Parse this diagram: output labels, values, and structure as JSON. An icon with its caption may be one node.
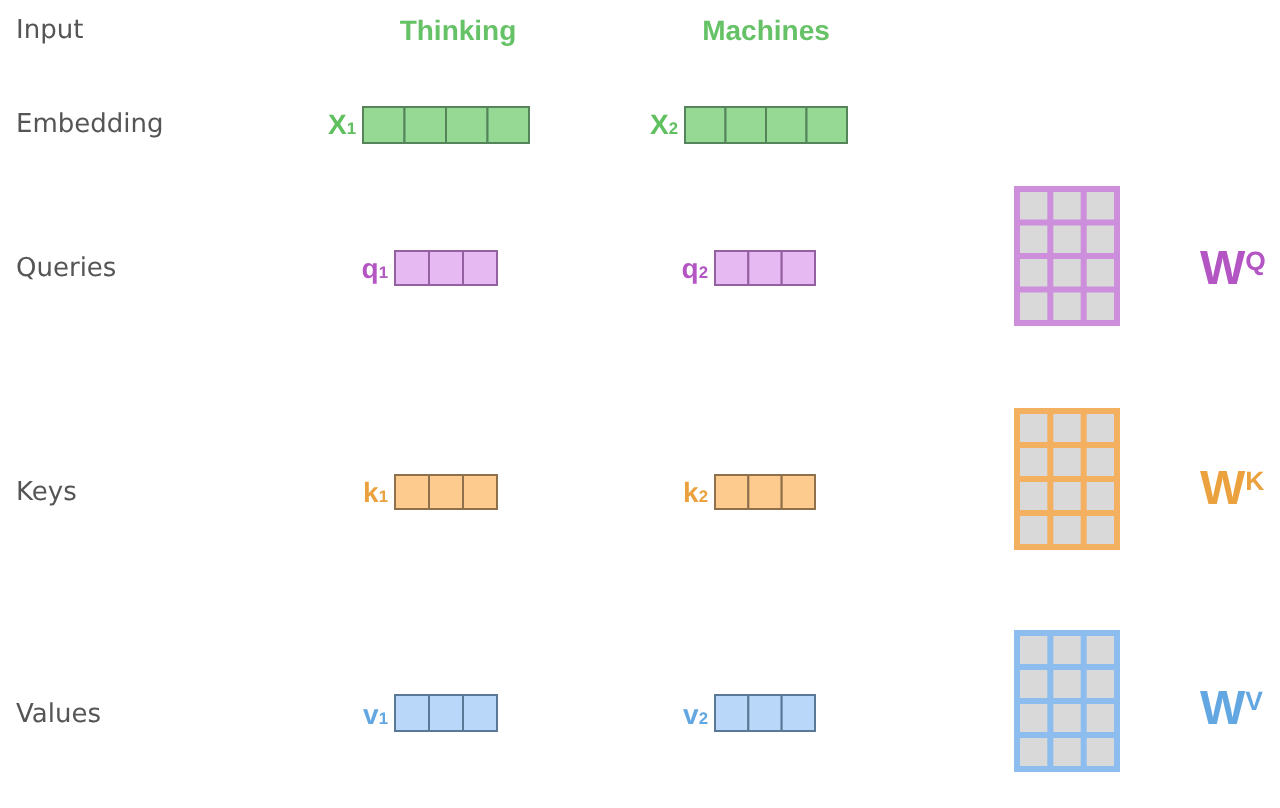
{
  "diagram": {
    "nodes": [
      {
        "text": [],
        "shape": "bar",
        "beside": [
          "X$_{1}$"
        ]
      },
      {
        "text": [],
        "shape": "bar",
        "beside": [
          "X$_{2}$"
        ]
      },
      {
        "text": [],
        "shape": "bar",
        "beside": [
          "q$_{1}$"
        ]
      },
      {
        "text": [],
        "shape": "bar",
        "beside": [
          "q$_{2}$"
        ]
      },
      {
        "text": [],
        "shape": "grid",
        "beside": [
          "W$^{Q}$"
        ]
      },
      {
        "text": [],
        "shape": "bar",
        "beside": [
          "k$_{1}$"
        ]
      },
      {
        "text": [],
        "shape": "bar",
        "beside": [
          "k$_{2}$"
        ]
      },
      {
        "text": [],
        "shape": "grid",
        "beside": [
          "W$^{K}$"
        ]
      },
      {
        "text": [],
        "shape": "bar",
        "beside": [
          "v$_{1}$"
        ]
      },
      {
        "text": [],
        "shape": "bar",
        "beside": [
          "v$_{2}$"
        ]
      },
      {
        "text": [],
        "shape": "grid",
        "beside": [
          "W$^{V}$"
        ]
      }
    ],
    "labels": [
      "Input",
      "Thinking",
      "Machines",
      "Embedding",
      "Queries",
      "Keys",
      "Values"
    ]
  }
}
